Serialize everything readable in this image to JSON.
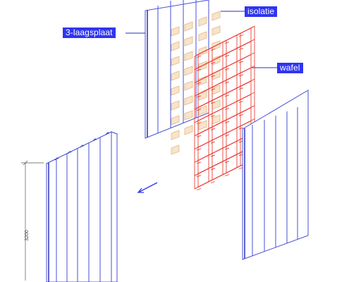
{
  "labels": {
    "three_layer_board": "3-laagsplaat",
    "insulation": "isolatie",
    "waffle": "wafel"
  },
  "dimension": {
    "height_text": "3200"
  },
  "colors": {
    "panel_line": "#4a4fd6",
    "panel_dark": "#2a2fb8",
    "waffle": "#e8433a",
    "insulation_fill": "#f7e4c9",
    "insulation_stroke": "#e0b98a",
    "callout_bg": "#2f35f0",
    "leader": "#2a2fb8"
  }
}
